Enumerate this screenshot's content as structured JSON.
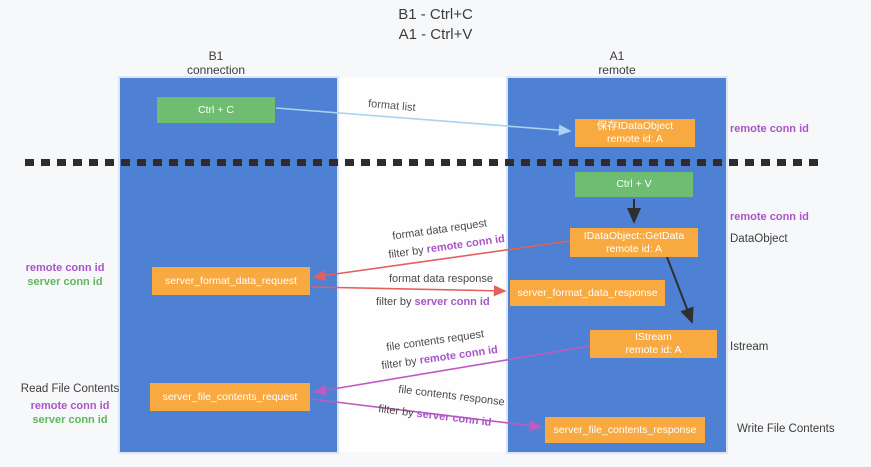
{
  "title": {
    "line1": "B1 - Ctrl+C",
    "line2": "A1 - Ctrl+V"
  },
  "lanes": {
    "left": {
      "title": "B1",
      "subtitle": "connection"
    },
    "right": {
      "title": "A1",
      "subtitle": "remote"
    }
  },
  "nodes": {
    "ctrl_c": {
      "label": "Ctrl + C"
    },
    "save_idataobject": {
      "line1": "保存IDataObject",
      "line2": "remote id: A"
    },
    "ctrl_v": {
      "label": "Ctrl + V"
    },
    "getdata": {
      "line1": "IDataObject::GetData",
      "line2": "remote id: A"
    },
    "server_format_data_request": {
      "label": "server_format_data_request"
    },
    "server_format_data_response": {
      "label": "server_format_data_response"
    },
    "istream": {
      "line1": "IStream",
      "line2": "remote id: A"
    },
    "server_file_contents_request": {
      "label": "server_file_contents_request"
    },
    "server_file_contents_response": {
      "label": "server_file_contents_response"
    }
  },
  "messages": {
    "format_list": {
      "label": "format list"
    },
    "format_data_request": {
      "label": "format data request",
      "filter_prefix": "filter by ",
      "filter_key": "remote conn id"
    },
    "format_data_response": {
      "label": "format data response",
      "filter_prefix": "filter by ",
      "filter_key": "server conn id"
    },
    "file_contents_request": {
      "label": "file contents request",
      "filter_prefix": "filter by ",
      "filter_key": "remote conn id"
    },
    "file_contents_response": {
      "label": "file contents response",
      "filter_prefix": "filter by ",
      "filter_key": "server conn id"
    }
  },
  "side_labels": {
    "left_format_remote": "remote conn id",
    "left_format_server": "server conn id",
    "read_file_contents": "Read File Contents",
    "left_file_remote": "remote conn id",
    "left_file_server": "server conn id",
    "right_top_remote": "remote conn id",
    "right_mid_remote": "remote conn id",
    "dataobject": "DataObject",
    "istream": "Istream",
    "write_file_contents": "Write File Contents"
  },
  "colors": {
    "lane_blue": "#4e81d3",
    "node_green": "#6fbd71",
    "node_orange": "#f8a940",
    "arrow_light_blue": "#a9d3f1",
    "arrow_red": "#e4605e",
    "arrow_magenta": "#c05ac2",
    "arrow_black": "#2f2f2f",
    "label_purple": "#a855c8",
    "label_green": "#5cb85c"
  }
}
